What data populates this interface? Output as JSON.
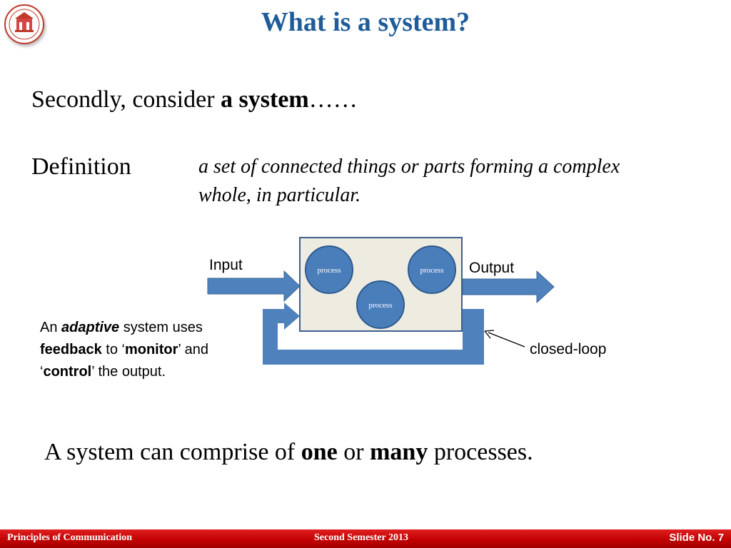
{
  "slide": {
    "title": "What is a system?",
    "intro": {
      "prefix": "Secondly, consider ",
      "bold": "a system",
      "suffix": "……"
    },
    "definition": {
      "label": "Definition",
      "text": "a set of connected things or parts forming a complex whole, in particular."
    },
    "diagram": {
      "input_label": "Input",
      "output_label": "Output",
      "process_labels": [
        "process",
        "process",
        "process"
      ],
      "loop_label": "closed-loop"
    },
    "adaptive_note": {
      "p1": "An ",
      "b1": "adaptive",
      "p2": " system uses ",
      "b2": "feedback",
      "p3": " to ‘",
      "b3": "monitor",
      "p4": "’ and ‘",
      "b4": "control",
      "p5": "’ the output."
    },
    "summary": {
      "p1": "A system can comprise of ",
      "b1": "one",
      "p2": " or ",
      "b2": "many",
      "p3": " processes."
    }
  },
  "footer": {
    "left": "Principles of Communication",
    "center": "Second Semester 2013",
    "right": "Slide No. 7"
  },
  "colors": {
    "title": "#1f5c99",
    "accent_blue": "#4f81bd",
    "process_fill": "#4a7ebb",
    "box_fill": "#eeece1",
    "footer_red": "#c00000"
  },
  "icons": {
    "logo": "university-seal-icon"
  }
}
